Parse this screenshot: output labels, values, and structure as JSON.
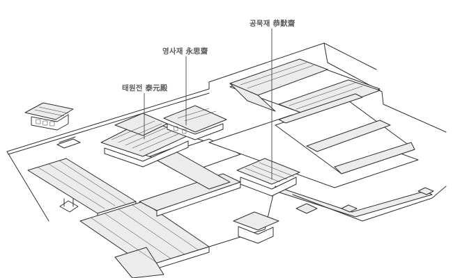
{
  "labels": {
    "gongmukjae": {
      "ko": "공묵재",
      "hanja": "恭默齋"
    },
    "yeongsajae": {
      "ko": "영사재",
      "hanja": "永思齋"
    },
    "taewonjeon": {
      "ko": "태원전",
      "hanja": "泰元殿"
    }
  },
  "colors": {
    "line": "#2f2f2f",
    "roof_fill": "#ececec",
    "wall_fill": "#ffffff",
    "leader": "#555555",
    "label_text": "#5a5a5a"
  }
}
